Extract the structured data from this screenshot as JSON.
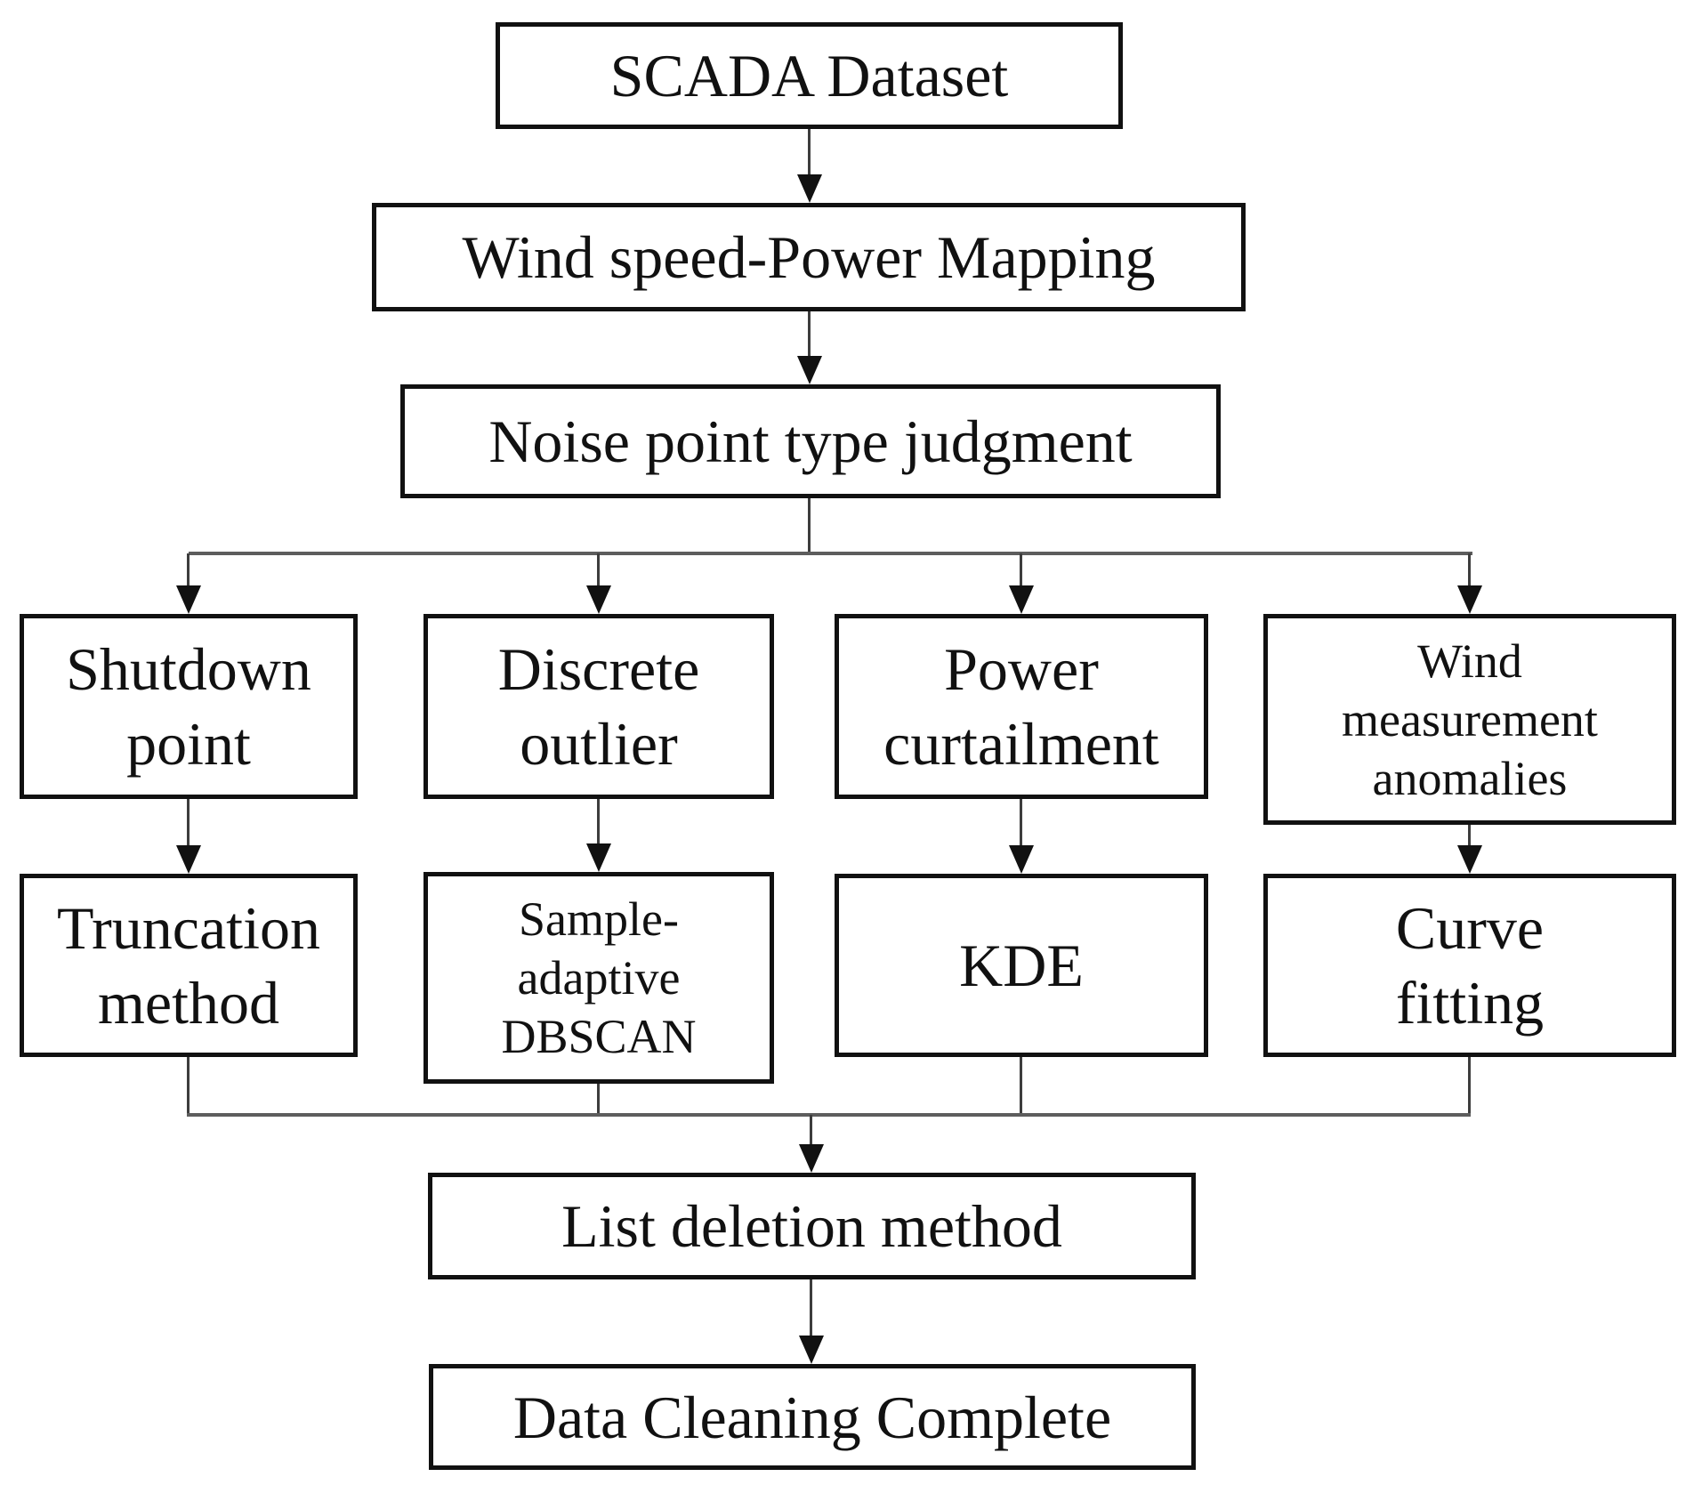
{
  "diagram": {
    "title": "SCADA data cleaning flowchart",
    "colors": {
      "background": "#ffffff",
      "box_border": "#111111",
      "text": "#111111",
      "connector_line": "#5d5d5d",
      "arrowhead": "#111111"
    },
    "nodes": {
      "scada": {
        "label": "SCADA Dataset"
      },
      "mapping": {
        "label": "Wind speed-Power Mapping"
      },
      "noise": {
        "label": "Noise point type judgment"
      },
      "shutdown": {
        "label": "Shutdown\npoint"
      },
      "discrete": {
        "label": "Discrete\noutlier"
      },
      "power": {
        "label": "Power\ncurtailment"
      },
      "wind_anomalies": {
        "label": "Wind\nmeasurement\nanomalies"
      },
      "truncation": {
        "label": "Truncation\nmethod"
      },
      "dbscan": {
        "label": "Sample-\nadaptive\nDBSCAN"
      },
      "kde": {
        "label": "KDE"
      },
      "curve": {
        "label": "Curve\nfitting"
      },
      "list_deletion": {
        "label": "List deletion method"
      },
      "complete": {
        "label": "Data Cleaning Complete"
      }
    },
    "edges": [
      {
        "from": "scada",
        "to": "mapping",
        "arrow": true
      },
      {
        "from": "mapping",
        "to": "noise",
        "arrow": true
      },
      {
        "from": "noise",
        "to": "shutdown",
        "arrow": true
      },
      {
        "from": "noise",
        "to": "discrete",
        "arrow": true
      },
      {
        "from": "noise",
        "to": "power",
        "arrow": true
      },
      {
        "from": "noise",
        "to": "wind_anomalies",
        "arrow": true
      },
      {
        "from": "shutdown",
        "to": "truncation",
        "arrow": true
      },
      {
        "from": "discrete",
        "to": "dbscan",
        "arrow": true
      },
      {
        "from": "power",
        "to": "kde",
        "arrow": true
      },
      {
        "from": "wind_anomalies",
        "to": "curve",
        "arrow": true
      },
      {
        "from": "truncation",
        "to": "list_deletion",
        "arrow": true
      },
      {
        "from": "dbscan",
        "to": "list_deletion",
        "arrow": true
      },
      {
        "from": "kde",
        "to": "list_deletion",
        "arrow": true
      },
      {
        "from": "curve",
        "to": "list_deletion",
        "arrow": true
      },
      {
        "from": "list_deletion",
        "to": "complete",
        "arrow": true
      }
    ]
  }
}
